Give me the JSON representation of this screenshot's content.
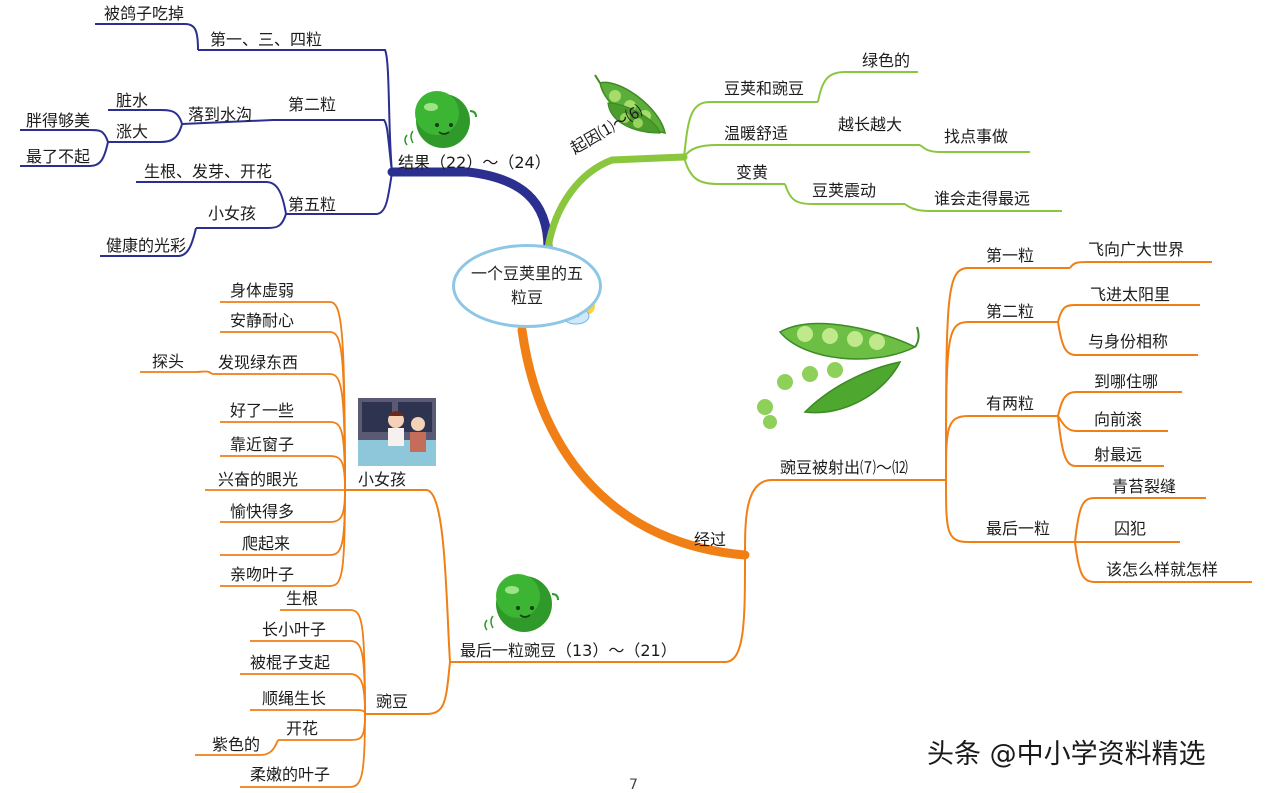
{
  "center": {
    "title": "一个豆荚里的五粒豆"
  },
  "branches": {
    "cause": {
      "label": "起因⑴～⑹",
      "color": "#8bc63f",
      "nodes": {
        "pods_peas": "豆荚和豌豆",
        "green": "绿色的",
        "warm": "温暖舒适",
        "grow": "越长越大",
        "find_things": "找点事做",
        "turn_yellow": "变黄",
        "pod_shake": "豆荚震动",
        "who_farthest": "谁会走得最远"
      }
    },
    "result": {
      "label": "结果（22）～（24）",
      "color": "#2b2f8f",
      "nodes": {
        "first_three_fourth": "第一、三、四粒",
        "eaten_by_pigeons": "被鸽子吃掉",
        "second": "第二粒",
        "fell_in_ditch": "落到水沟",
        "dirty": "脏水",
        "swollen": "涨大",
        "fat_enough": "胖得够美",
        "remarkable": "最了不起",
        "fifth": "第五粒",
        "root_sprout_bloom": "生根、发芽、开花",
        "little_girl": "小女孩",
        "healthy_light": "健康的光彩"
      }
    },
    "process": {
      "label": "经过",
      "color": "#f07f15",
      "nodes": {
        "shot_out": "豌豆被射出⑺～⑿",
        "p1": "第一粒",
        "p1a": "飞向广大世界",
        "p2": "第二粒",
        "p2a": "飞进太阳里",
        "p2b": "与身份相称",
        "two": "有两粒",
        "two_a": "到哪住哪",
        "two_b": "向前滚",
        "two_c": "射最远",
        "last": "最后一粒",
        "last_a": "青苔裂缝",
        "last_b": "囚犯",
        "last_c": "该怎么样就怎样",
        "last_pea": "最后一粒豌豆（13）～（21）",
        "girl": "小女孩",
        "girl_items": [
          "身体虚弱",
          "安静耐心",
          "发现绿东西",
          "好了一些",
          "靠近窗子",
          "兴奋的眼光",
          "愉快得多",
          "爬起来",
          "亲吻叶子"
        ],
        "peek": "探头",
        "pea": "豌豆",
        "pea_items": [
          "生根",
          "长小叶子",
          "被棍子支起",
          "顺绳生长",
          "开花",
          "柔嫩的叶子"
        ],
        "purple": "紫色的"
      }
    }
  },
  "watermark": "头条 @中小学资料精选",
  "page_number": "7"
}
